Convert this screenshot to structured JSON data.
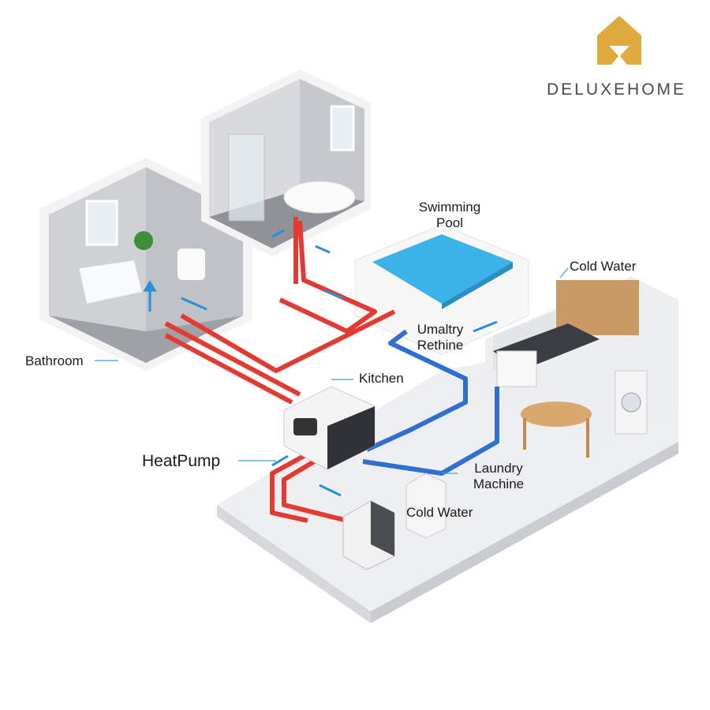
{
  "brand": {
    "name": "DELUXEHOME",
    "logo_color": "#E0AA3E"
  },
  "labels": {
    "swimming_pool": "Swimming\nPool",
    "cold_water_top": "Cold Water",
    "utility_room": "Umaltry\nRethine",
    "bathroom": "Bathroom",
    "kitchen": "Kitchen",
    "heatpump": "HeatPump",
    "laundry": "Laundry\nMachine",
    "cold_water_bottom": "Cold Water"
  },
  "colors": {
    "hot_pipe": "#E23B33",
    "cold_pipe": "#2F6FD0",
    "flow_arrow": "#2A8FD8",
    "water": "#3BB3E8"
  }
}
